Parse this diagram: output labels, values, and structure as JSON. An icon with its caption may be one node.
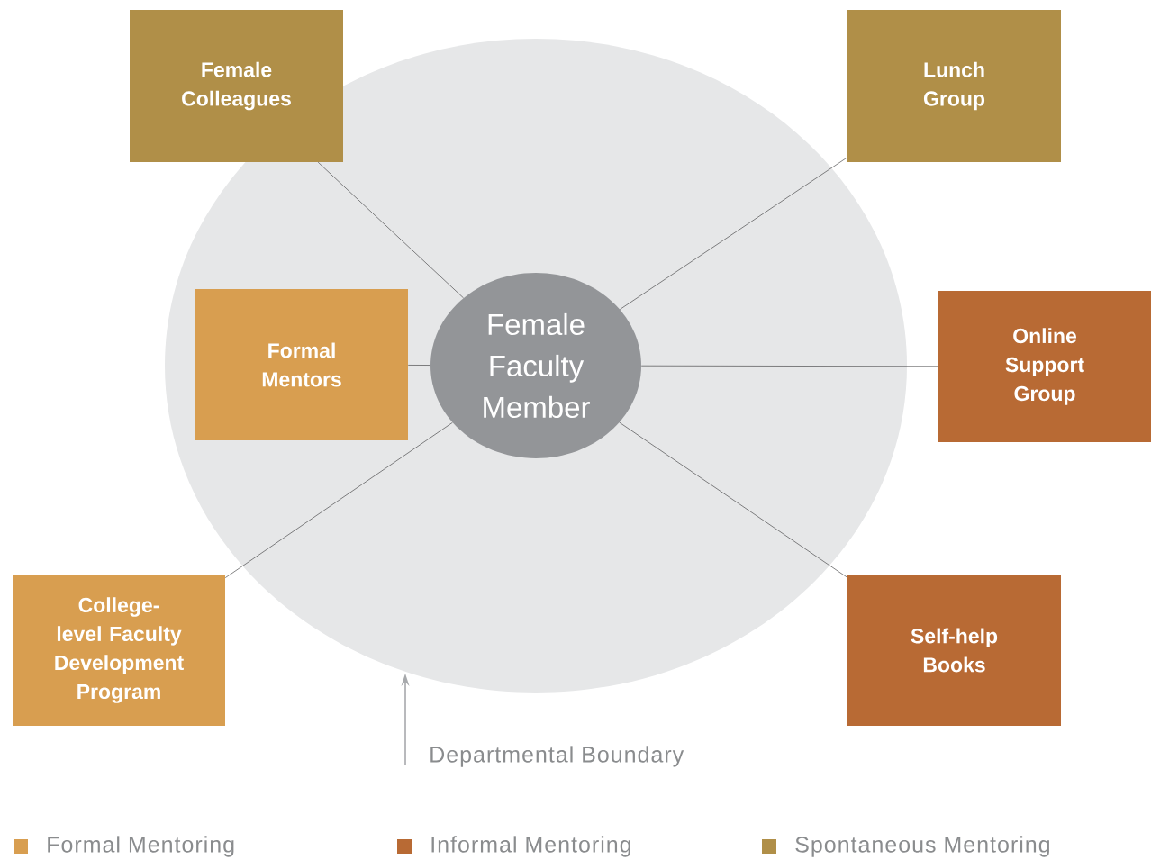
{
  "diagram": {
    "nodes": [
      {
        "text": [],
        "shape": "ellipse"
      },
      {
        "text": [
          "Female Colleagues"
        ]
      },
      {
        "text": [
          "Lunch Group"
        ]
      },
      {
        "text": [
          "Formal Mentors"
        ],
        "in": 0
      },
      {
        "text": [
          "Female Faculty Member"
        ],
        "in": 0
      },
      {
        "text": [
          "Online Support Group"
        ]
      },
      {
        "text": [
          "College-level Faculty Development Program"
        ]
      },
      {
        "text": [
          "Self-help Books"
        ]
      },
      {
        "text": [
          "Departmental Boundary"
        ]
      }
    ],
    "edges": [
      {
        "from": 4,
        "to": 1,
        "arrow": "none"
      },
      {
        "from": 4,
        "to": 2,
        "arrow": "none"
      },
      {
        "from": 4,
        "to": 3,
        "arrow": "none"
      },
      {
        "from": 4,
        "to": 5,
        "arrow": "none"
      },
      {
        "from": 4,
        "to": 6,
        "arrow": "none"
      },
      {
        "from": 4,
        "to": 7,
        "arrow": "none"
      },
      {
        "from": 8,
        "to": 0,
        "arrow": "to",
        "color": "#a7a9ac"
      }
    ],
    "legend": [
      {
        "text": "Formal Mentoring",
        "color": "#d89e50"
      },
      {
        "text": "Informal Mentoring",
        "color": "#b86a34"
      },
      {
        "text": "Spontaneous Mentoring",
        "color": "#b08f48"
      }
    ]
  }
}
